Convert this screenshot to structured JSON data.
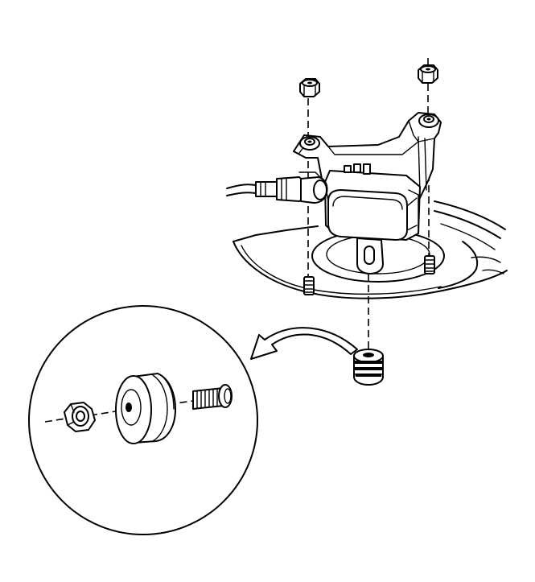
{
  "figure": {
    "description_shown": false,
    "colors": {
      "line": "#000000",
      "background": "#ffffff"
    },
    "parts": [
      {
        "id": "mount-plate",
        "icon": "bracket-plate"
      },
      {
        "id": "module-unit",
        "icon": "electronic-module"
      },
      {
        "id": "wire-harness",
        "icon": "cable"
      },
      {
        "id": "nut-left",
        "icon": "hex-nut"
      },
      {
        "id": "nut-right",
        "icon": "hex-nut"
      },
      {
        "id": "stud-left",
        "icon": "threaded-stud"
      },
      {
        "id": "stud-right",
        "icon": "threaded-stud"
      },
      {
        "id": "isolator",
        "icon": "rubber-grommet"
      },
      {
        "id": "detail-callout",
        "icon": "magnified-circle"
      },
      {
        "id": "callout-arrow",
        "icon": "curved-arrow"
      }
    ]
  }
}
